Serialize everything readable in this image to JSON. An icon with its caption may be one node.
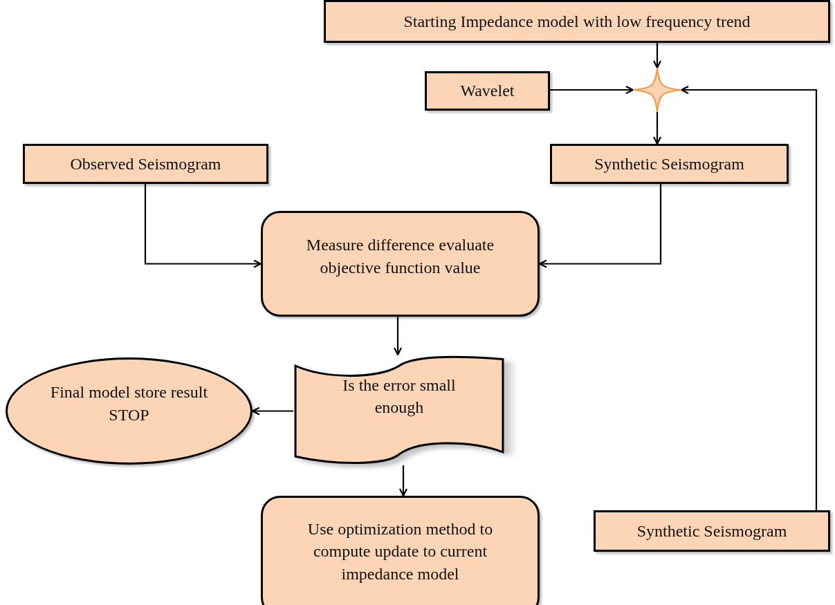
{
  "diagram": {
    "nodes": [
      {
        "text": [
          "Starting Impedance model with low frequency trend"
        ]
      },
      {
        "text": [
          "Wavelet"
        ]
      },
      {
        "text": [],
        "shape": "star"
      },
      {
        "text": [
          "Synthetic Seismogram"
        ]
      },
      {
        "text": [
          "Observed Seismogram"
        ]
      },
      {
        "text": [
          "Measure difference evaluate objective function value"
        ]
      },
      {
        "text": [
          "Is the error small enough"
        ]
      },
      {
        "text": [
          "Final model store result STOP"
        ]
      },
      {
        "text": [
          "Use optimization method to compute update to current impedance model"
        ]
      },
      {
        "text": [
          "Synthetic Seismogram"
        ]
      }
    ],
    "edges": [
      {
        "from": 0,
        "to": 2,
        "arrow": "to"
      },
      {
        "from": 1,
        "to": 2,
        "arrow": "to"
      },
      {
        "from": 2,
        "to": 3,
        "arrow": "to"
      },
      {
        "from": 9,
        "to": 2,
        "arrow": "to"
      },
      {
        "from": 3,
        "to": 5,
        "arrow": "to"
      },
      {
        "from": 4,
        "to": 5,
        "arrow": "to"
      },
      {
        "from": 5,
        "to": 6,
        "arrow": "to"
      },
      {
        "from": 6,
        "to": 7,
        "arrow": "to"
      },
      {
        "from": 6,
        "to": 8,
        "arrow": "to"
      }
    ]
  }
}
